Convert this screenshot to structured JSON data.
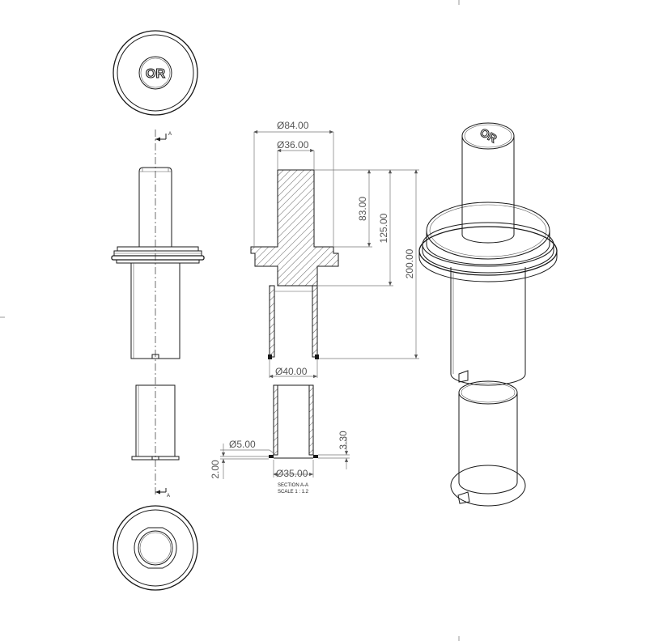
{
  "logo_text": "OR",
  "section_markers": {
    "top": "A",
    "bottom": "A"
  },
  "dimensions": {
    "dia_84": "Ø84.00",
    "dia_36": "Ø36.00",
    "height_83": "83.00",
    "height_125": "125.00",
    "height_200": "200.00",
    "dia_40": "Ø40.00",
    "dia_5": "Ø5.00",
    "height_3_30": "3.30",
    "height_2": "2.00",
    "dia_35": "Ø35.00"
  },
  "section_label": {
    "title": "SECTION A-A",
    "scale": "SCALE 1 : 1.2"
  }
}
